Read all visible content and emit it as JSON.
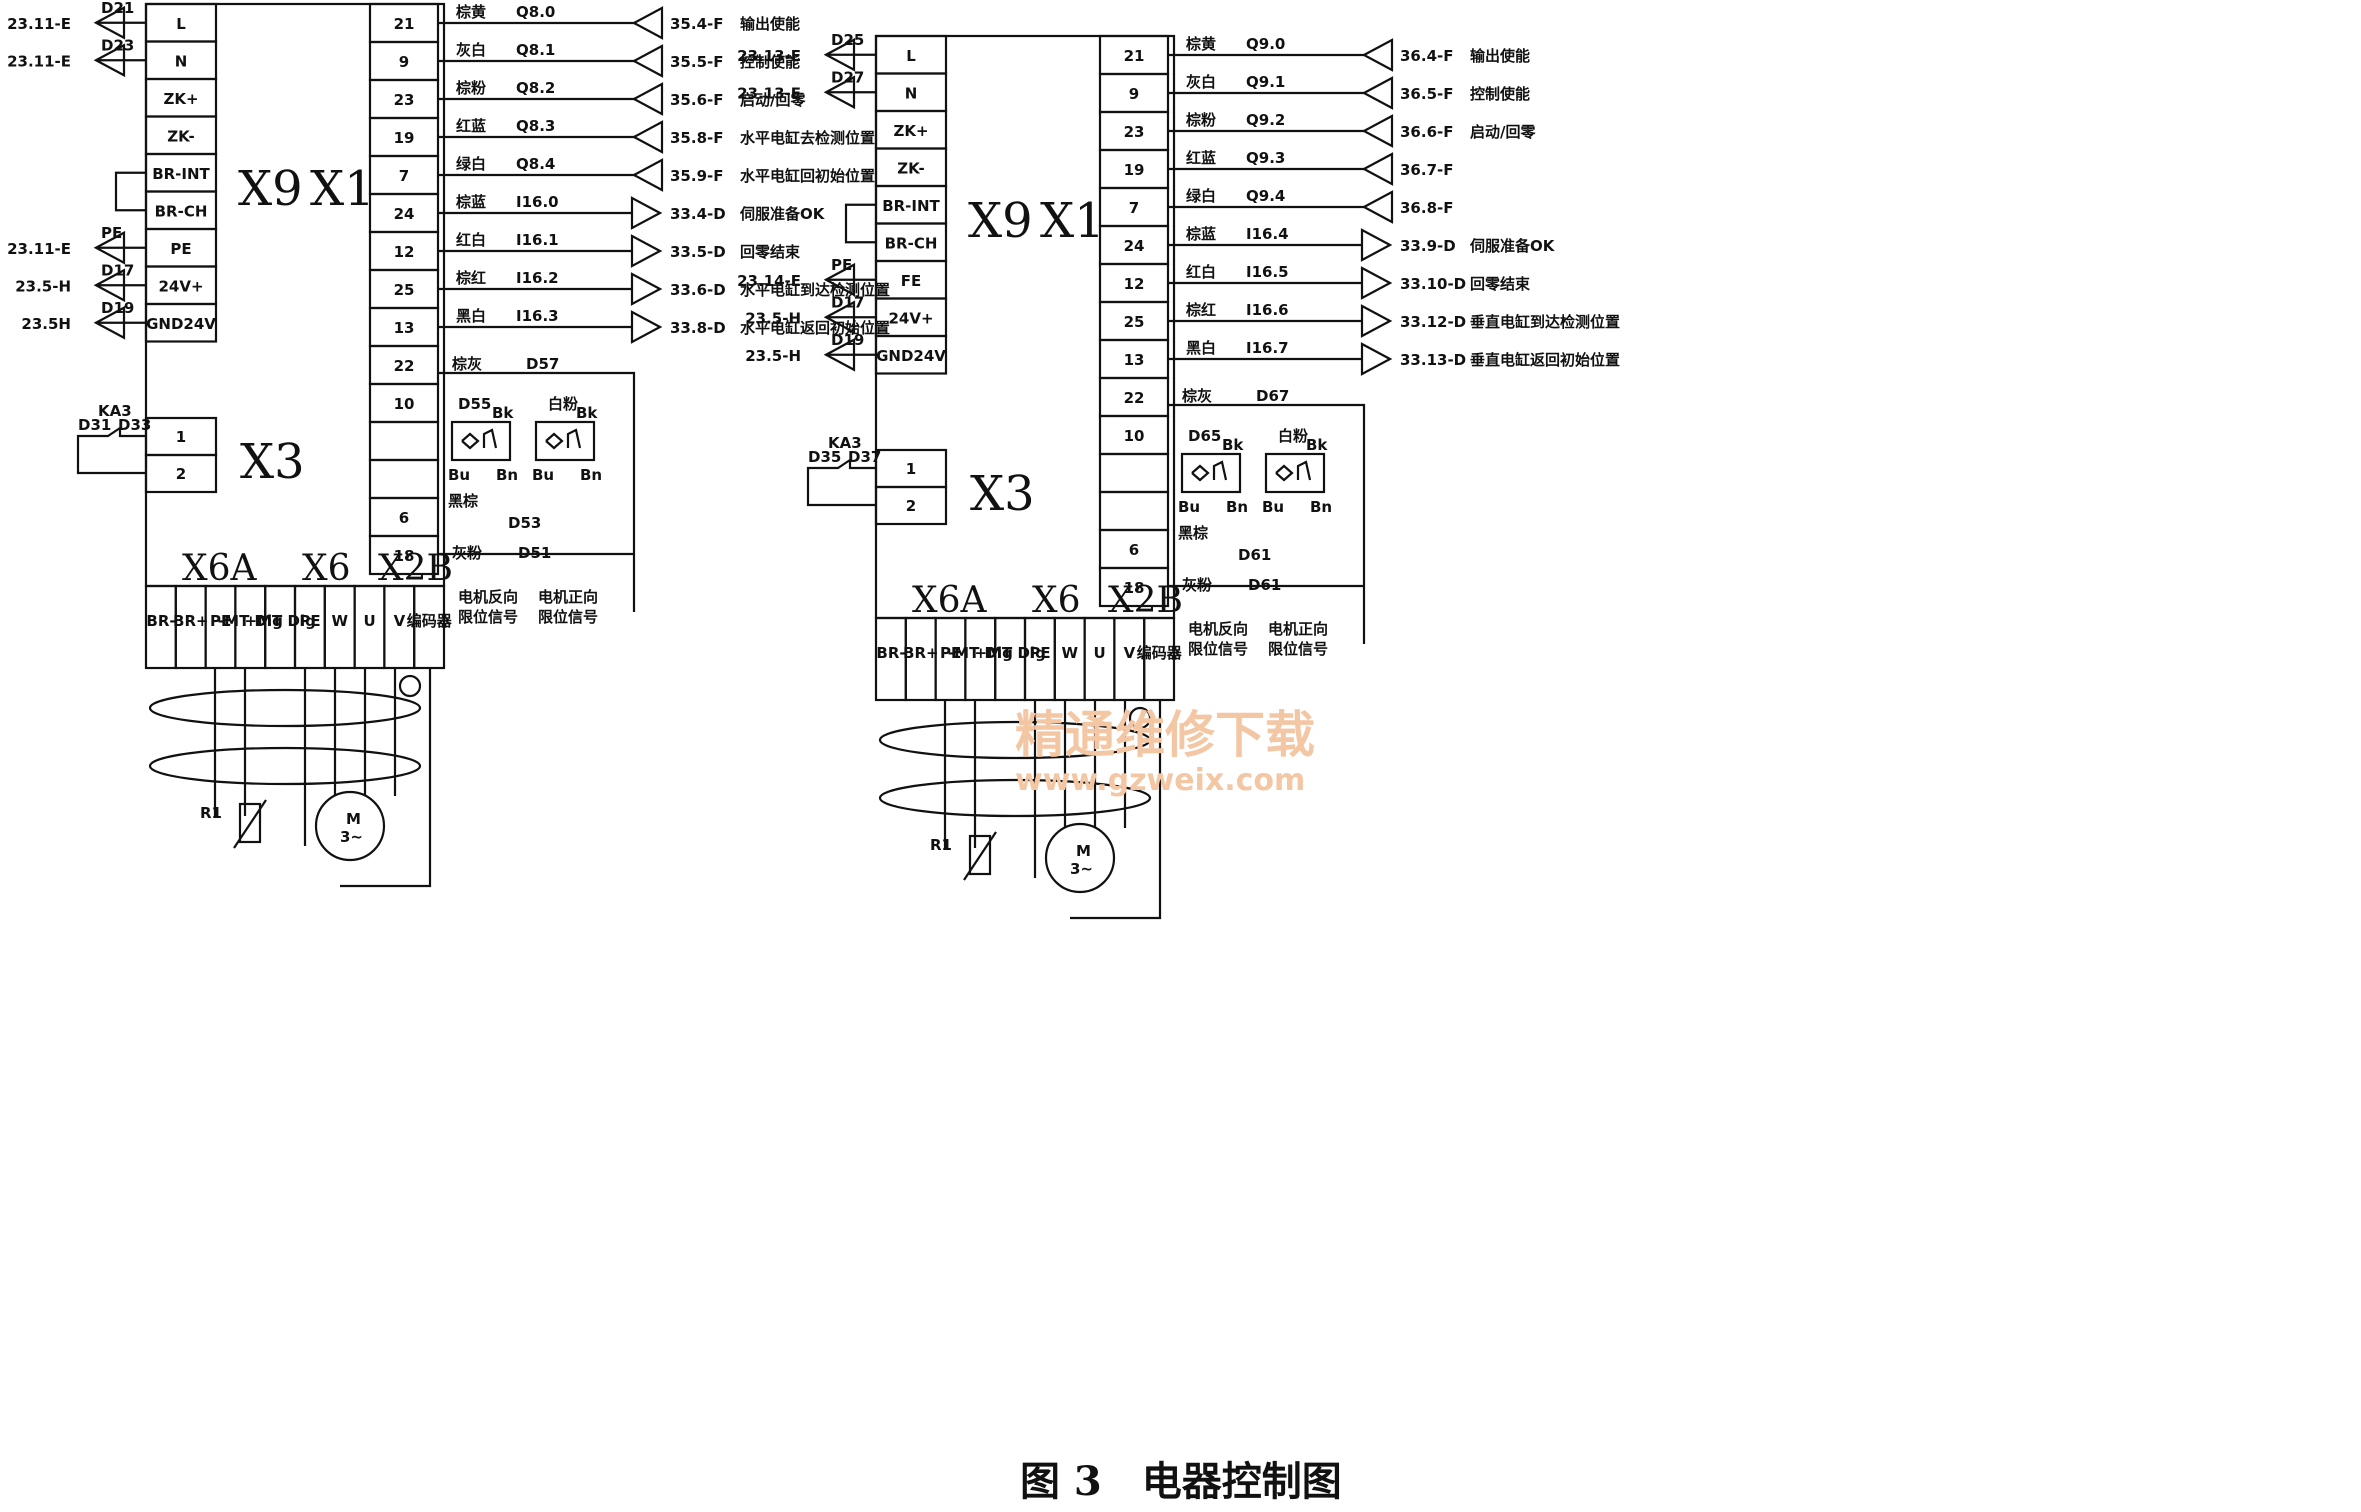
{
  "caption": "图 3　电器控制图",
  "watermark": {
    "cn": "精通维修下载",
    "url": "www.gzweix.com"
  },
  "left": {
    "x9_label": "X9",
    "x1_label": "X1",
    "x3_label": "X3",
    "x6a_label": "X6A",
    "x6_label": "X6",
    "x2b_label": "X2B",
    "x9_pins": [
      "L",
      "N",
      "ZK+",
      "ZK-",
      "BR-INT",
      "BR-CH",
      "PE",
      "24V+",
      "GND24V"
    ],
    "x9_refs": [
      {
        "ref": "23.11-E",
        "tag": "D21"
      },
      {
        "ref": "23.11-E",
        "tag": "D23"
      },
      {
        "ref": "23.11-E",
        "tag": "PE"
      },
      {
        "ref": "23.5-H",
        "tag": "D17"
      },
      {
        "ref": "23.5H",
        "tag": "D19"
      }
    ],
    "x3_pins": [
      "1",
      "2"
    ],
    "x3_contact": {
      "relay": "KA3",
      "a": "D31",
      "b": "D33"
    },
    "x1_pins": [
      "21",
      "9",
      "23",
      "19",
      "7",
      "24",
      "12",
      "25",
      "13",
      "22",
      "10",
      "",
      "",
      "6",
      "18"
    ],
    "x1_signals": [
      {
        "color": "棕黄",
        "addr": "Q8.0",
        "ref": "35.4-F",
        "desc": "输出使能"
      },
      {
        "color": "灰白",
        "addr": "Q8.1",
        "ref": "35.5-F",
        "desc": "控制使能"
      },
      {
        "color": "棕粉",
        "addr": "Q8.2",
        "ref": "35.6-F",
        "desc": "启动/回零"
      },
      {
        "color": "红蓝",
        "addr": "Q8.3",
        "ref": "35.8-F",
        "desc": "水平电缸去检测位置"
      },
      {
        "color": "绿白",
        "addr": "Q8.4",
        "ref": "35.9-F",
        "desc": "水平电缸回初始位置"
      },
      {
        "color": "棕蓝",
        "addr": "I16.0",
        "ref": "33.4-D",
        "desc": "伺服准备OK"
      },
      {
        "color": "红白",
        "addr": "I16.1",
        "ref": "33.5-D",
        "desc": "回零结束"
      },
      {
        "color": "棕红",
        "addr": "I16.2",
        "ref": "33.6-D",
        "desc": "水平电缸到达检测位置"
      },
      {
        "color": "黑白",
        "addr": "I16.3",
        "ref": "33.8-D",
        "desc": "水平电缸返回初始位置"
      }
    ],
    "lower": {
      "c1": "棕灰",
      "t1": "D57",
      "c2": "D55",
      "c3": "白粉",
      "bk1": "Bk",
      "bk2": "Bk",
      "bu1": "Bu",
      "bn1": "Bn",
      "bu2": "Bu",
      "bn2": "Bn",
      "hz": "黑棕",
      "d53": "D53",
      "hf": "灰粉",
      "d51": "D51",
      "lim1a": "电机反向",
      "lim1b": "限位信号",
      "lim2a": "电机正向",
      "lim2b": "限位信号"
    },
    "x6_pins": [
      "BR-",
      "BR+",
      "PE",
      "-MT Dig",
      "+MT Dig",
      "PE",
      "W",
      "U",
      "V",
      "编码器"
    ],
    "r1": "R1",
    "motor": "M",
    "motor_sub": "3~"
  },
  "right": {
    "x9_label": "X9",
    "x1_label": "X1",
    "x3_label": "X3",
    "x6a_label": "X6A",
    "x6_label": "X6",
    "x2b_label": "X2B",
    "x9_pins": [
      "L",
      "N",
      "ZK+",
      "ZK-",
      "BR-INT",
      "BR-CH",
      "FE",
      "24V+",
      "GND24V"
    ],
    "x9_refs": [
      {
        "ref": "23.13-E",
        "tag": "D25"
      },
      {
        "ref": "23.13-E",
        "tag": "D27"
      },
      {
        "ref": "23.14-E",
        "tag": "PE"
      },
      {
        "ref": "23.5-H",
        "tag": "D17"
      },
      {
        "ref": "23.5-H",
        "tag": "D19"
      }
    ],
    "x3_pins": [
      "1",
      "2"
    ],
    "x3_contact": {
      "relay": "KA3",
      "a": "D35",
      "b": "D37"
    },
    "x1_pins": [
      "21",
      "9",
      "23",
      "19",
      "7",
      "24",
      "12",
      "25",
      "13",
      "22",
      "10",
      "",
      "",
      "6",
      "18"
    ],
    "x1_signals": [
      {
        "color": "棕黄",
        "addr": "Q9.0",
        "ref": "36.4-F",
        "desc": "输出使能"
      },
      {
        "color": "灰白",
        "addr": "Q9.1",
        "ref": "36.5-F",
        "desc": "控制使能"
      },
      {
        "color": "棕粉",
        "addr": "Q9.2",
        "ref": "36.6-F",
        "desc": "启动/回零"
      },
      {
        "color": "红蓝",
        "addr": "Q9.3",
        "ref": "36.7-F",
        "desc": ""
      },
      {
        "color": "绿白",
        "addr": "Q9.4",
        "ref": "36.8-F",
        "desc": ""
      },
      {
        "color": "棕蓝",
        "addr": "I16.4",
        "ref": "33.9-D",
        "desc": "伺服准备OK"
      },
      {
        "color": "红白",
        "addr": "I16.5",
        "ref": "33.10-D",
        "desc": "回零结束"
      },
      {
        "color": "棕红",
        "addr": "I16.6",
        "ref": "33.12-D",
        "desc": "垂直电缸到达检测位置"
      },
      {
        "color": "黑白",
        "addr": "I16.7",
        "ref": "33.13-D",
        "desc": "垂直电缸返回初始位置"
      }
    ],
    "lower": {
      "c1": "棕灰",
      "t1": "D67",
      "c2": "D65",
      "c3": "白粉",
      "bk1": "Bk",
      "bk2": "Bk",
      "bu1": "Bu",
      "bn1": "Bn",
      "bu2": "Bu",
      "bn2": "Bn",
      "hz": "黑棕",
      "d53": "D61",
      "hf": "灰粉",
      "d51": "D61",
      "lim1a": "电机反向",
      "lim1b": "限位信号",
      "lim2a": "电机正向",
      "lim2b": "限位信号"
    },
    "x6_pins": [
      "BR-",
      "BR+",
      "PE",
      "-MT Dig",
      "+MT Dig",
      "PE",
      "W",
      "U",
      "V",
      "编码器"
    ],
    "r1": "R1",
    "motor": "M",
    "motor_sub": "3~"
  }
}
